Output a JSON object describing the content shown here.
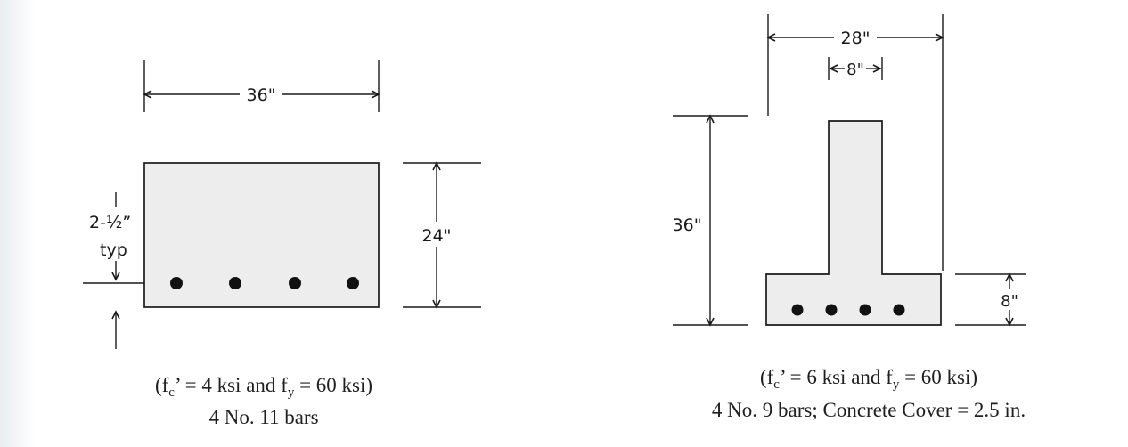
{
  "colors": {
    "line": "#1a1a1a",
    "concrete_fill": "#ededed",
    "bar_fill": "#111111",
    "background": "#ffffff"
  },
  "left_beam": {
    "width_dim": "36\"",
    "height_dim": "24\"",
    "cover_dim": "2-½”",
    "cover_typ": "typ",
    "caption": {
      "p1": "(f",
      "sub1": "c",
      "p2": "’ = 4 ksi and f",
      "sub2": "y",
      "p3": " = 60 ksi)",
      "line2": "4 No. 11 bars"
    }
  },
  "right_beam": {
    "flange_width_dim": "28\"",
    "stem_width_dim": "8\"",
    "height_dim": "36\"",
    "flange_depth_dim": "8\"",
    "caption": {
      "p1": "(f",
      "sub1": "c",
      "p2": "’ = 6 ksi and f",
      "sub2": "y",
      "p3": " = 60 ksi)",
      "line2": "4 No. 9 bars; Concrete Cover = 2.5 in."
    }
  }
}
